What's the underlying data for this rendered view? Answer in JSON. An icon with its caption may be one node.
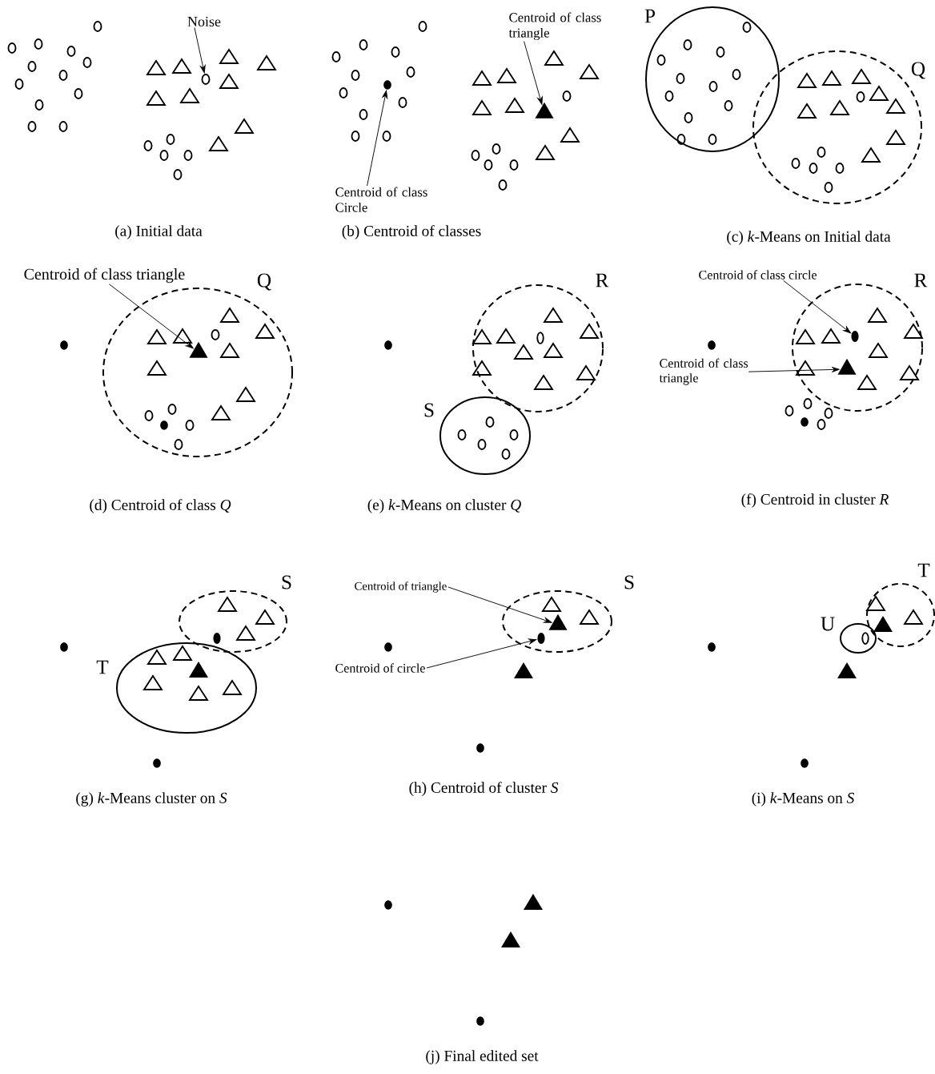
{
  "diagram": {
    "nodes": [
      {
        "text": [
          "Noise"
        ]
      },
      {
        "text": [],
        "shape": "circle"
      },
      {
        "text": [
          "Centroid of class Circle"
        ]
      },
      {
        "text": [],
        "shape": "circle"
      },
      {
        "text": [
          "Centroid of class triangle"
        ]
      },
      {
        "text": [],
        "shape": "triangle"
      },
      {
        "text": [
          "P"
        ]
      },
      {
        "text": [
          "Q"
        ]
      },
      {
        "text": [
          "Q"
        ]
      },
      {
        "text": [
          "Centroid of class triangle"
        ]
      },
      {
        "text": [],
        "shape": "triangle",
        "in": 8
      },
      {
        "text": [
          "R"
        ]
      },
      {
        "text": [
          "S"
        ]
      },
      {
        "text": [
          "Centroid of class circle"
        ]
      },
      {
        "text": [
          "R"
        ]
      },
      {
        "text": [],
        "shape": "circle",
        "in": 14
      },
      {
        "text": [
          "Centroid of class triangle"
        ]
      },
      {
        "text": [],
        "shape": "triangle",
        "in": 14
      },
      {
        "text": [
          "S"
        ]
      },
      {
        "text": [
          "T"
        ]
      },
      {
        "text": [
          "Centroid of triangle"
        ]
      },
      {
        "text": [
          "S"
        ]
      },
      {
        "text": [],
        "shape": "triangle",
        "in": 21
      },
      {
        "text": [
          "Centroid of circle"
        ]
      },
      {
        "text": [],
        "shape": "circle",
        "in": 21
      },
      {
        "text": [
          "U"
        ]
      },
      {
        "text": [
          "T"
        ]
      }
    ],
    "edges": [
      {
        "from": 0,
        "to": 1,
        "arrow": "to"
      },
      {
        "from": 2,
        "to": 3,
        "arrow": "to"
      },
      {
        "from": 4,
        "to": 5,
        "arrow": "to"
      },
      {
        "from": 9,
        "to": 10,
        "arrow": "to"
      },
      {
        "from": 13,
        "to": 15,
        "arrow": "to"
      },
      {
        "from": 16,
        "to": 17,
        "arrow": "to"
      },
      {
        "from": 20,
        "to": 22,
        "arrow": "to"
      },
      {
        "from": 23,
        "to": 24,
        "arrow": "to"
      }
    ],
    "labels": [
      "(a) Initial data",
      "(b) Centroid of classes",
      "(c) *k*-Means on Initial data",
      "(d) Centroid of class *Q*",
      "(e) *k*-Means on cluster *Q*",
      "(f) Centroid in cluster *R*",
      "(g) *k*-Means cluster on *S*",
      "(h) Centroid of cluster *S*",
      "(i) *k*-Means on *S*",
      "(j) Final edited set"
    ]
  }
}
